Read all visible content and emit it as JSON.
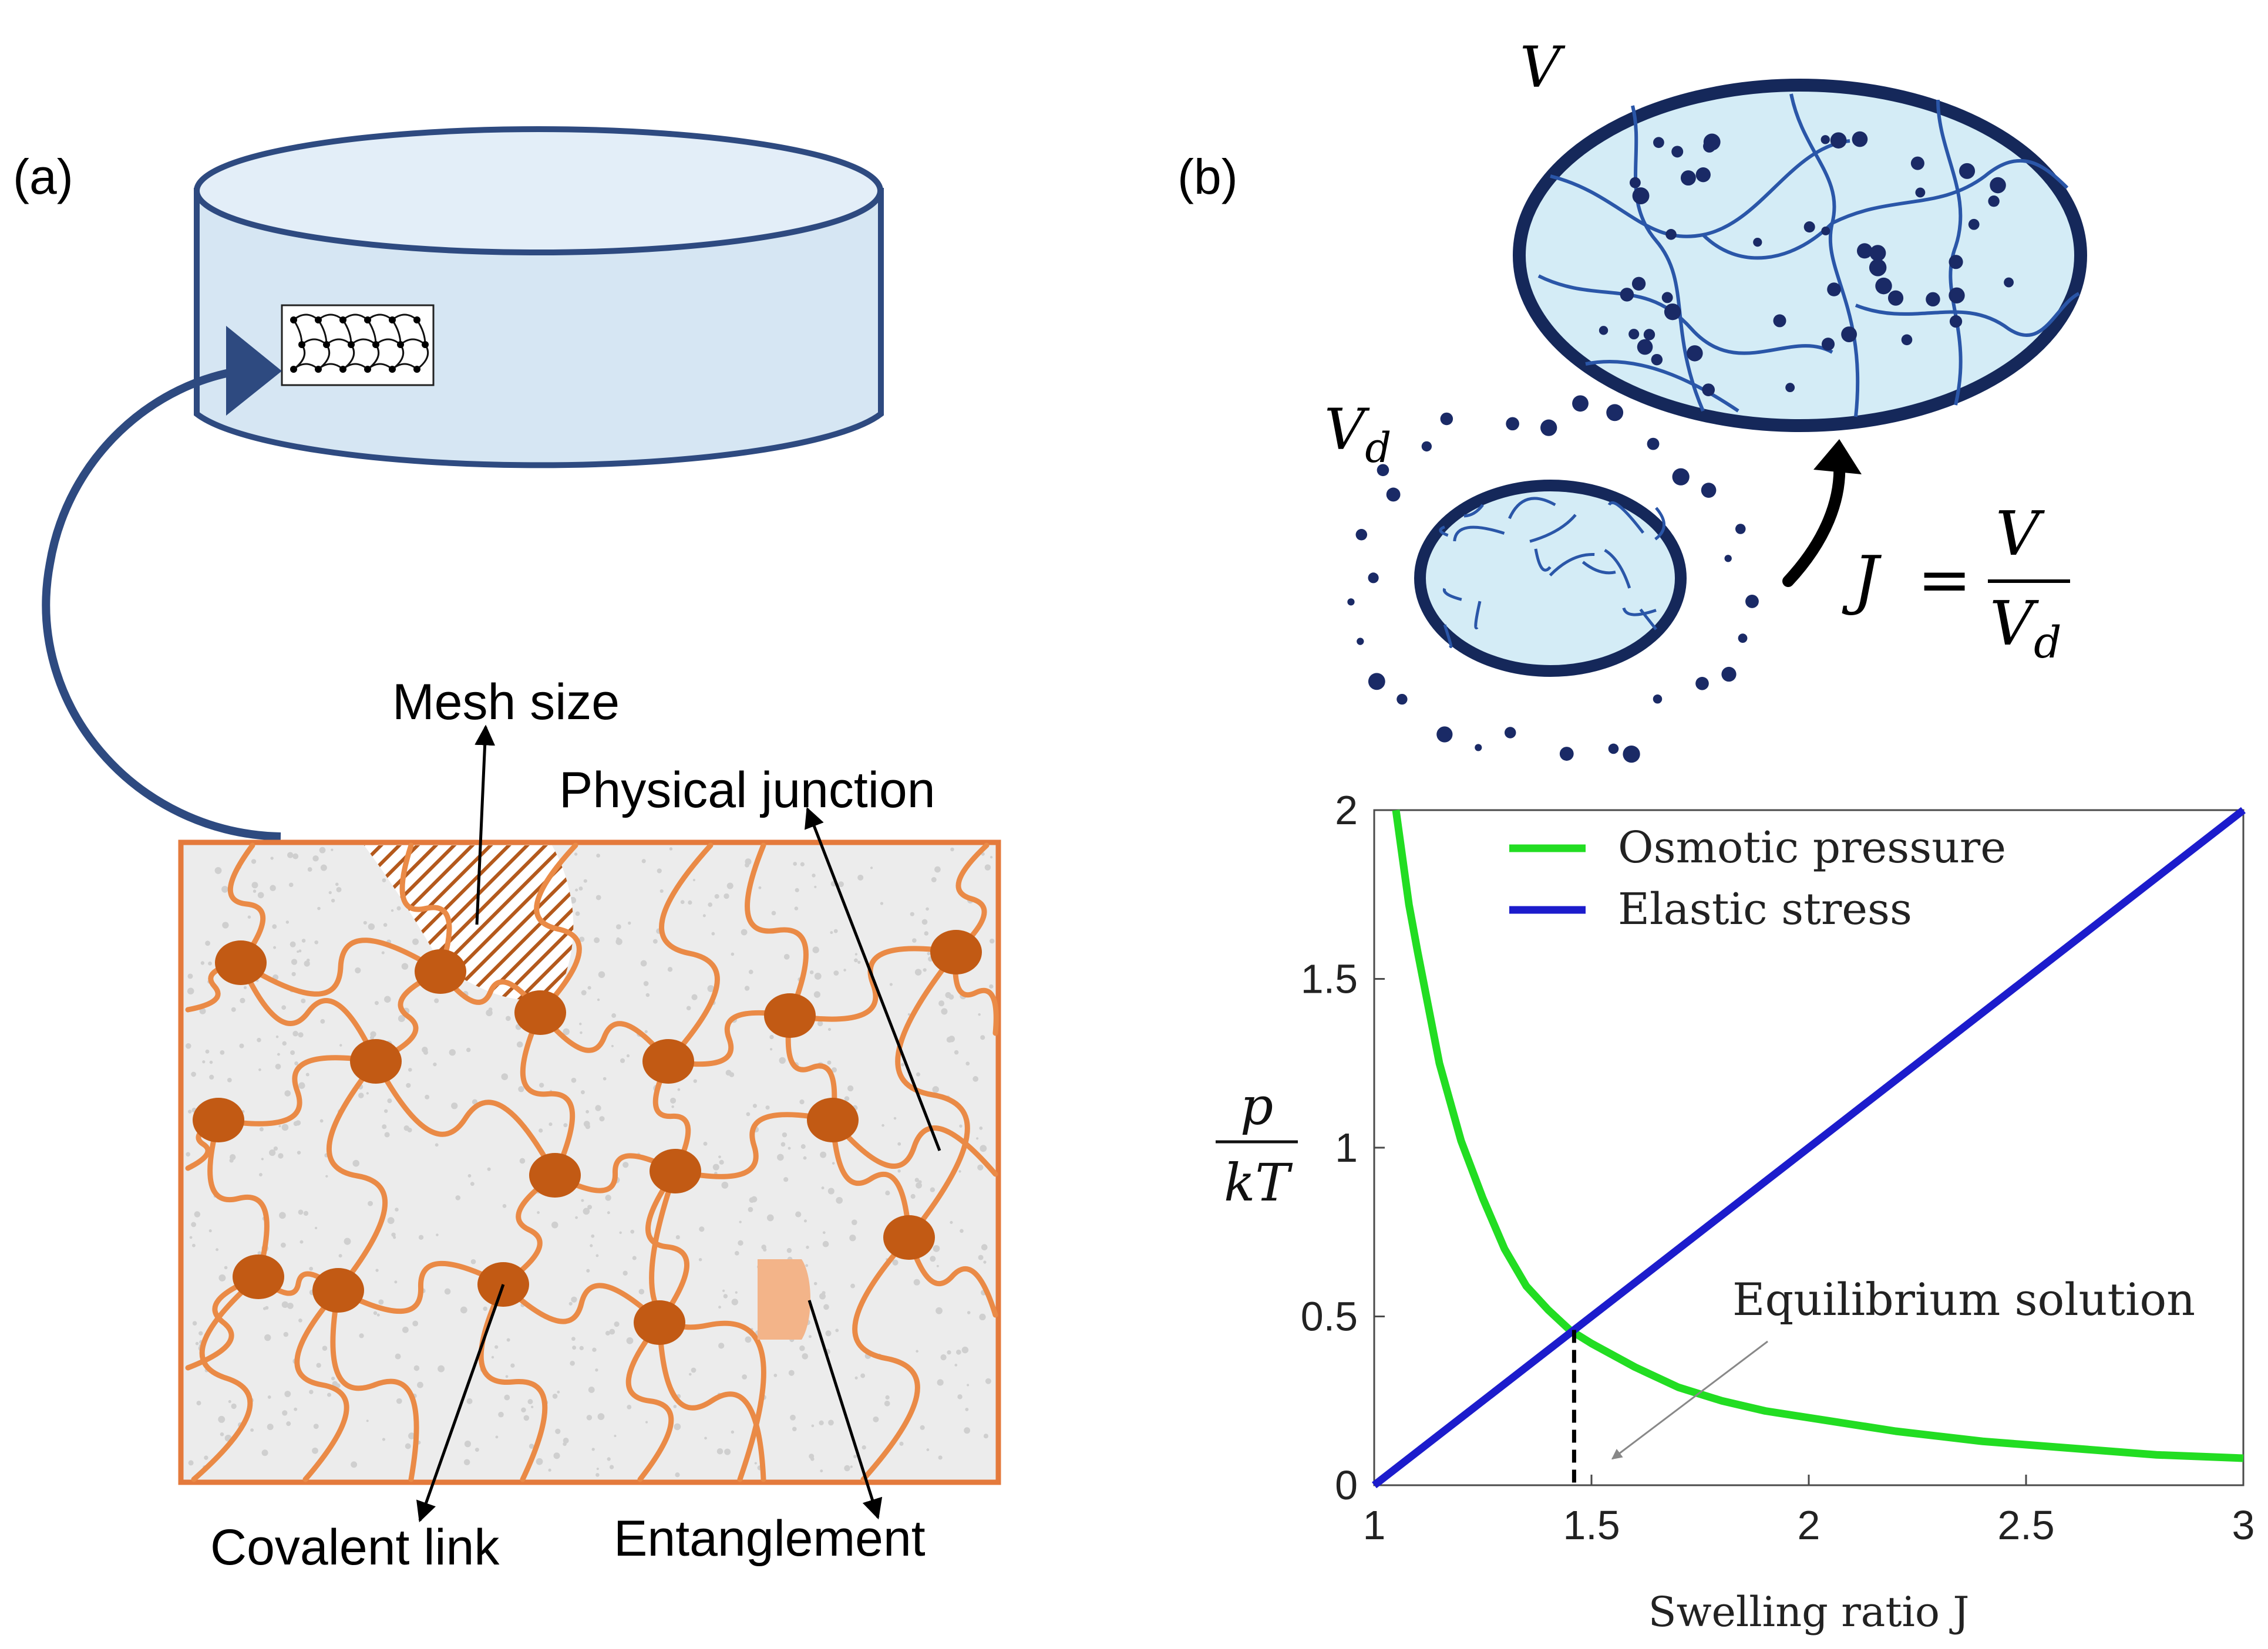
{
  "panel_a": {
    "label": "(a)",
    "annotations": {
      "mesh_size": "Mesh size",
      "physical_junction": "Physical junction",
      "covalent_link": "Covalent link",
      "entanglement": "Entanglement"
    },
    "colors": {
      "cylinder_fill": "#d6e6f3",
      "cylinder_stroke": "#2e4a80",
      "arrow": "#2e4a80",
      "chain": "#ea8a46",
      "node": "#c25a14",
      "entanglement": "#f3b489",
      "frame": "#e47a3c",
      "frame_fill": "#ececec"
    }
  },
  "panel_b": {
    "label": "(b)",
    "labels": {
      "swollen_volume": "V",
      "dry_volume_base": "V",
      "dry_volume_sub": "d",
      "ratio_lhs": "J",
      "ratio_eq": "=",
      "ratio_num": "V",
      "ratio_den_base": "V",
      "ratio_den_sub": "d"
    },
    "colors": {
      "gel_fill": "#d4ecf6",
      "gel_stroke": "#15285a",
      "network": "#2a56a8",
      "solvent_dot": "#1a2a66"
    }
  },
  "chart_data": {
    "type": "line",
    "xlabel": "Swelling ratio  J",
    "ylabel_num": "p",
    "ylabel_den": "kT",
    "xlim": [
      1,
      3
    ],
    "ylim": [
      0,
      2
    ],
    "xticks": [
      "1",
      "1.5",
      "2",
      "2.5",
      "3"
    ],
    "yticks": [
      "0",
      "0.5",
      "1",
      "1.5",
      "2"
    ],
    "legend_position": "top-left",
    "series": [
      {
        "name": "Osmotic pressure",
        "color": "#22dd22",
        "x": [
          1.05,
          1.08,
          1.1,
          1.15,
          1.2,
          1.25,
          1.3,
          1.35,
          1.4,
          1.45,
          1.5,
          1.6,
          1.7,
          1.8,
          1.9,
          2.0,
          2.2,
          2.4,
          2.6,
          2.8,
          3.0
        ],
        "y": [
          2.0,
          1.72,
          1.58,
          1.25,
          1.02,
          0.85,
          0.7,
          0.59,
          0.52,
          0.46,
          0.42,
          0.35,
          0.29,
          0.25,
          0.22,
          0.2,
          0.16,
          0.13,
          0.11,
          0.09,
          0.08
        ]
      },
      {
        "name": "Elastic stress",
        "color": "#1c1ccc",
        "x": [
          1,
          3
        ],
        "y": [
          0,
          2
        ]
      }
    ],
    "annotation": {
      "text": "Equilibrium solution",
      "x": 1.46,
      "y": 0.46
    }
  }
}
